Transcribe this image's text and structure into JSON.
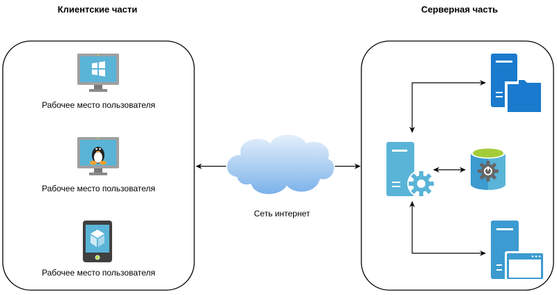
{
  "client_group": {
    "title": "Клиентские части",
    "workstations": [
      {
        "os": "windows",
        "icon": "windows-monitor-icon",
        "label": "Рабочее место пользователя"
      },
      {
        "os": "linux",
        "icon": "linux-monitor-icon",
        "label": "Рабочее место пользователя"
      },
      {
        "os": "mobile",
        "icon": "mobile-device-icon",
        "label": "Рабочее место пользователя"
      }
    ]
  },
  "network": {
    "label": "Сеть интернет",
    "icon": "cloud-icon"
  },
  "server_group": {
    "title": "Серверная часть",
    "nodes": [
      {
        "role": "app-server",
        "icon": "server-gear-icon"
      },
      {
        "role": "file-server",
        "icon": "file-server-icon"
      },
      {
        "role": "database",
        "icon": "database-gear-icon"
      },
      {
        "role": "web-server",
        "icon": "web-server-icon"
      }
    ]
  },
  "colors": {
    "outline": "#000000",
    "monitor_frame": "#a0a0a0",
    "monitor_screen": "#5ab4d8",
    "file_server": "#1a7acd",
    "app_server": "#5ab4d8",
    "web_server": "#3c9bd0",
    "db_top": "#a3cc3a",
    "cloud_top": "#e6f0fb",
    "cloud_bottom": "#7ab1ea"
  }
}
